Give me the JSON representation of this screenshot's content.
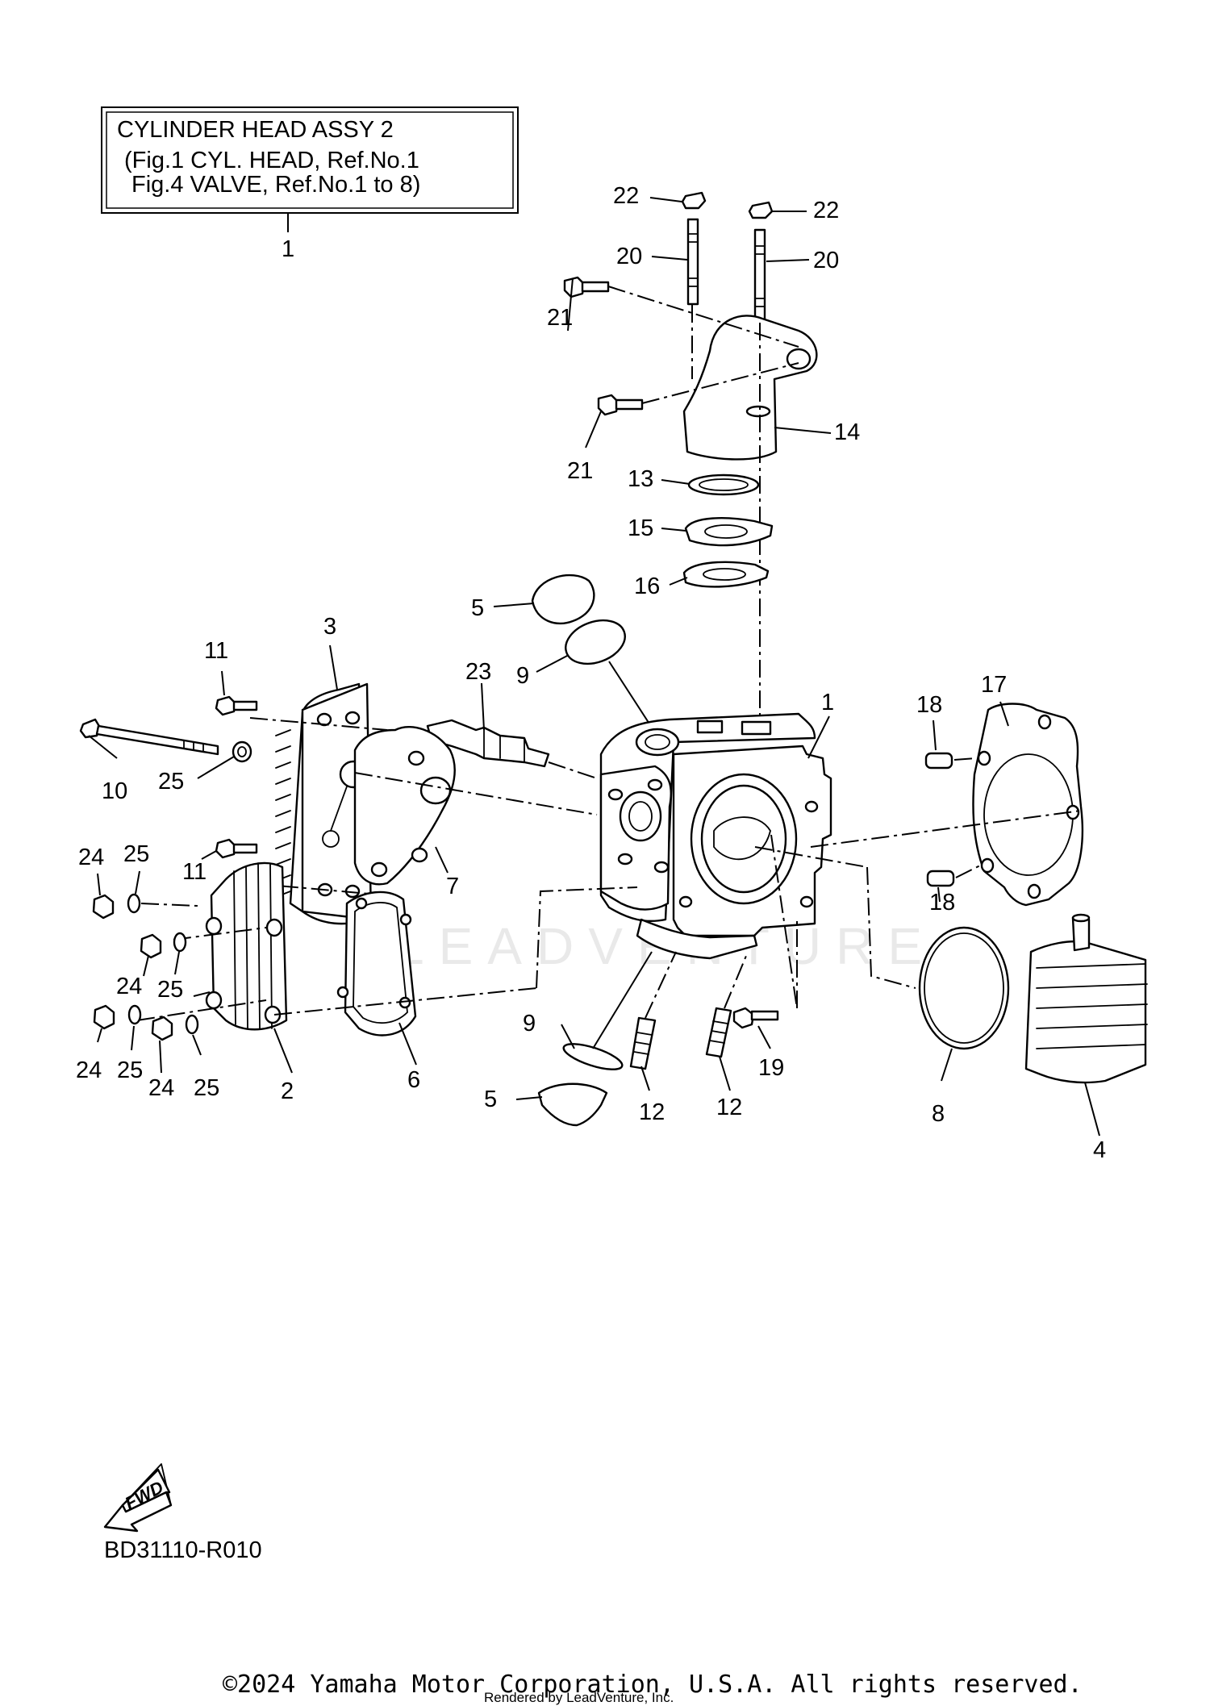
{
  "title_box": {
    "line1": "CYLINDER HEAD ASSY 2",
    "line2": "(Fig.1 CYL. HEAD, Ref.No.1",
    "line3": "Fig.4 VALVE, Ref.No.1 to 8)",
    "ref": "1"
  },
  "callouts": {
    "c22a": "22",
    "c22b": "22",
    "c20a": "20",
    "c20b": "20",
    "c21a": "21",
    "c21b": "21",
    "c14": "14",
    "c13": "13",
    "c15": "15",
    "c16": "16",
    "c5a": "5",
    "c9a": "9",
    "c23": "23",
    "c3": "3",
    "c11a": "11",
    "c10": "10",
    "c25a": "25",
    "c11b": "11",
    "c7": "7",
    "c1": "1",
    "c18a": "18",
    "c17": "17",
    "c18b": "18",
    "c24a": "24",
    "c25b": "25",
    "c24b": "24",
    "c25c": "25",
    "c24c": "24",
    "c25d": "25",
    "c24d": "24",
    "c25e": "25",
    "c2": "2",
    "c6": "6",
    "c9b": "9",
    "c5b": "5",
    "c12a": "12",
    "c12b": "12",
    "c19": "19",
    "c8": "8",
    "c4": "4"
  },
  "watermark": "LEADVENTURE",
  "fwd_label": "FWD",
  "diagram_code": "BD31110-R010",
  "copyright": "©2024 Yamaha Motor Corporation, U.S.A. All rights reserved.",
  "rendered_by": "Rendered by LeadVenture, Inc."
}
